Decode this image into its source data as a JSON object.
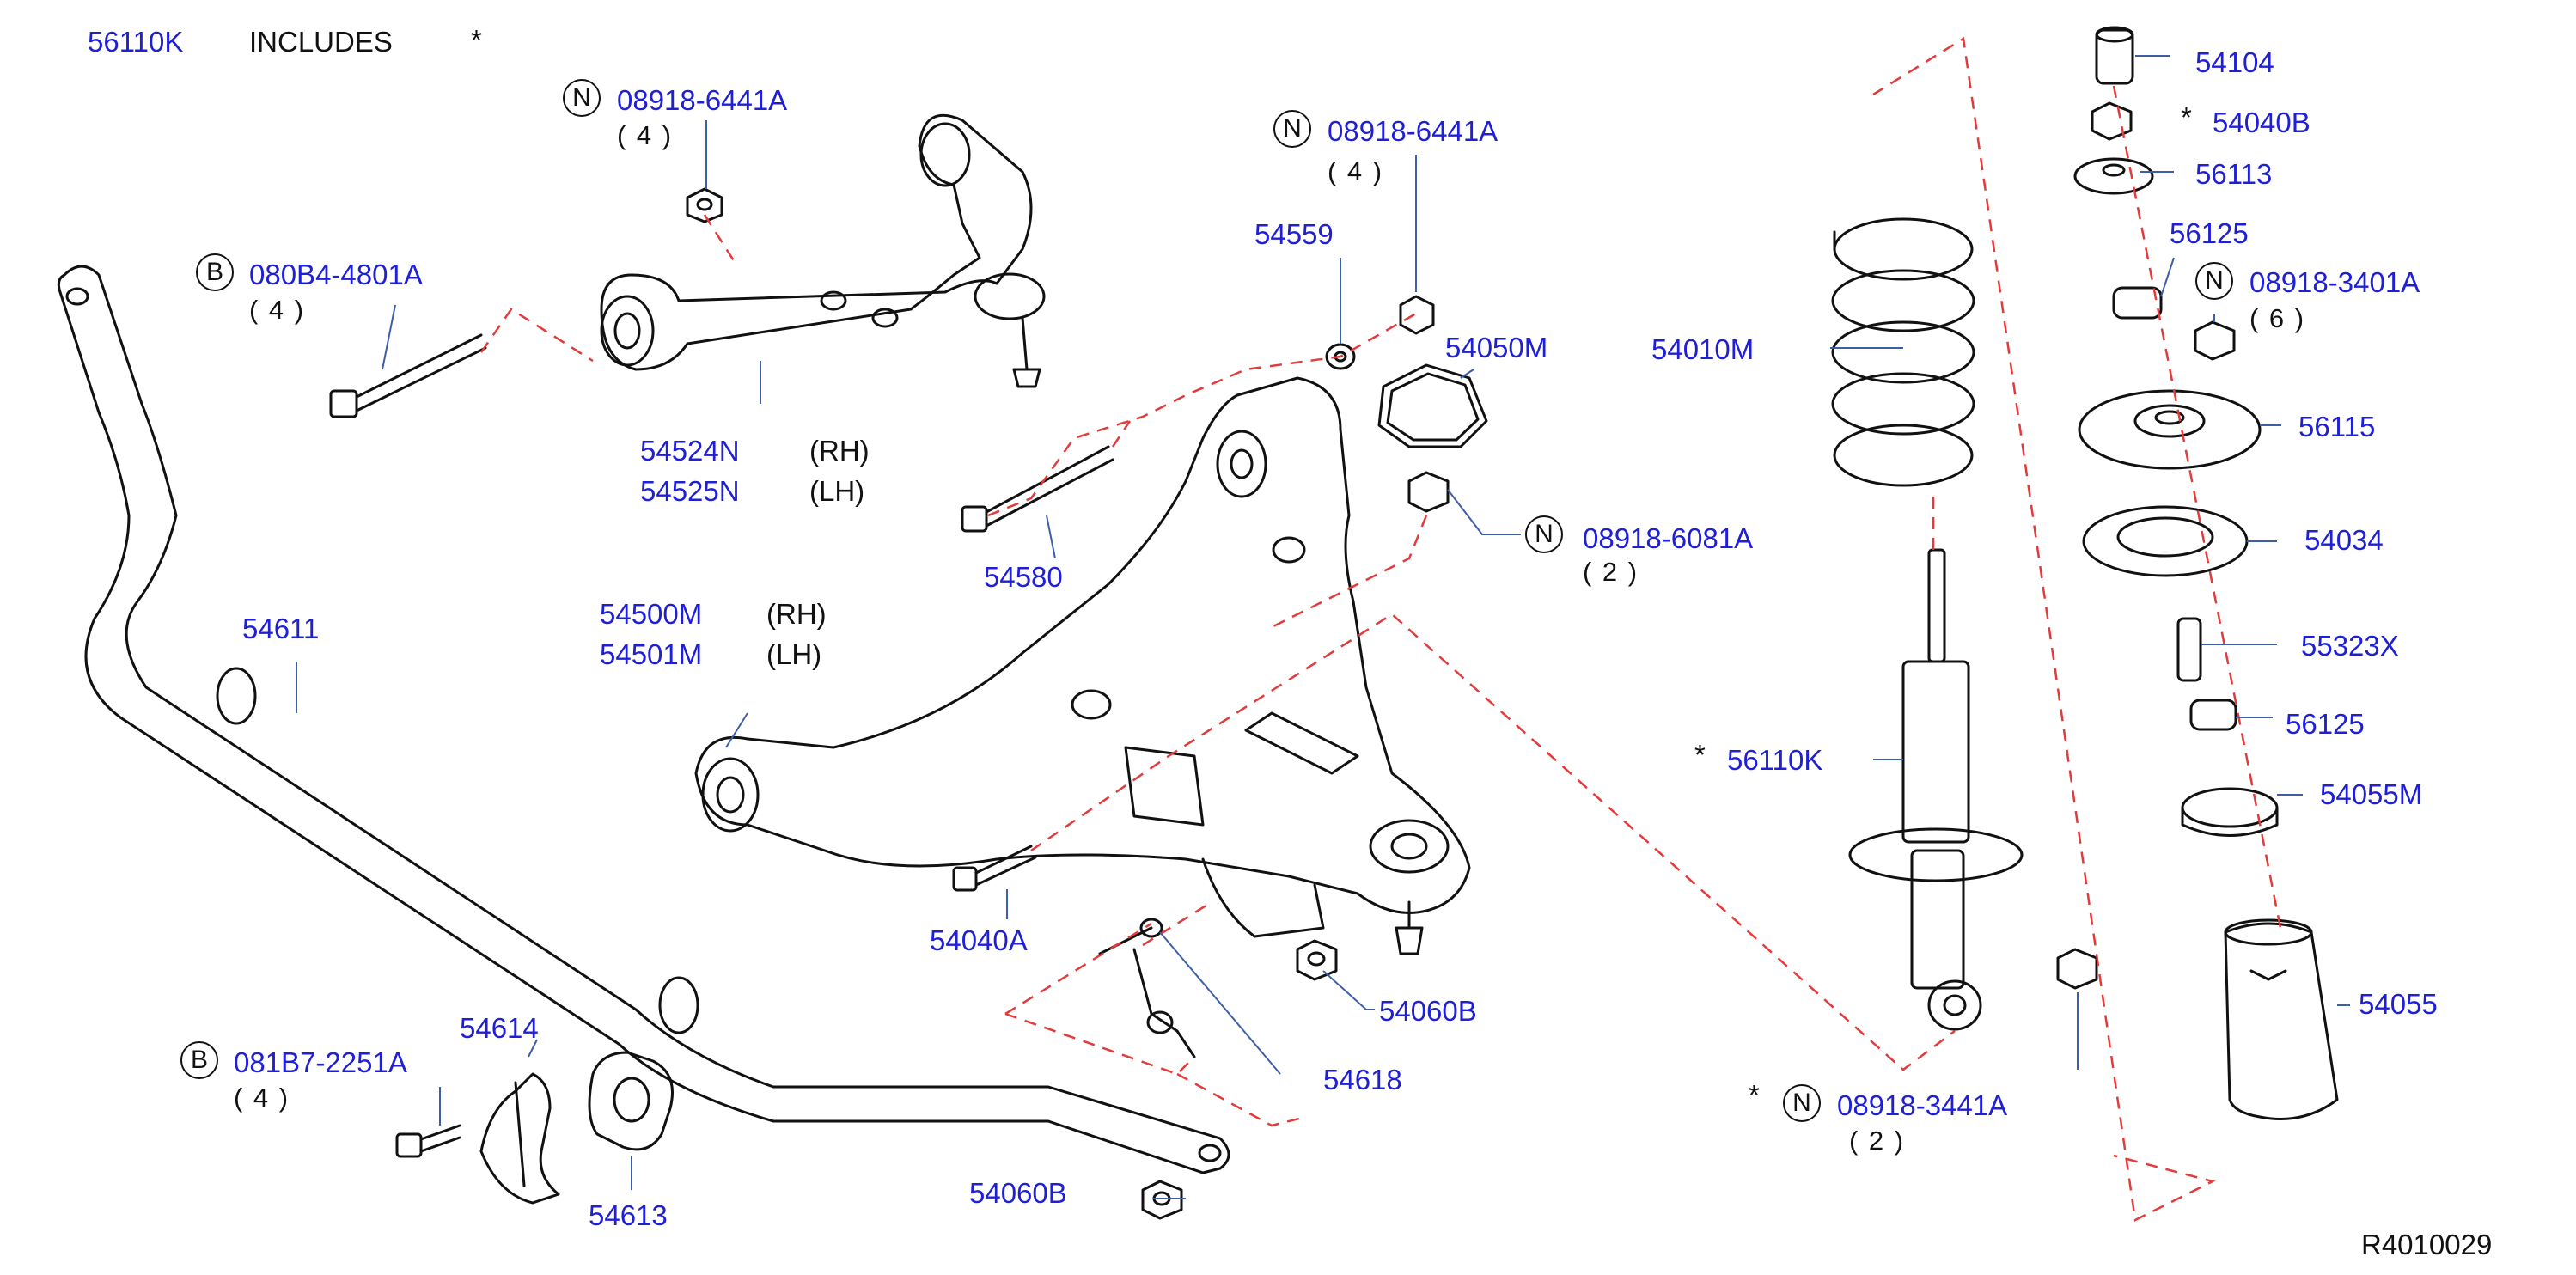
{
  "header": {
    "kit_part": "56110K",
    "includes_text": "INCLUDES",
    "asterisk": "*"
  },
  "footer": {
    "diagram_code": "R4010029"
  },
  "colors": {
    "part_number": "#1f1fd6",
    "leader": "#3d5fa8",
    "dashed": "#e23b3b",
    "line": "#111111"
  },
  "labels": {
    "ubolt_n": "08918-6441A",
    "ubolt_qty": "( 4 )",
    "ubolt_b": "080B4-4801A",
    "ubolt_b_qty": "( 4 )",
    "upper_rh": "54524N",
    "upper_rh_side": "(RH)",
    "upper_lh": "54525N",
    "upper_lh_side": "(LH)",
    "nut_n2": "08918-6441A",
    "nut_n2_qty": "( 4 )",
    "p54559": "54559",
    "p54050M": "54050M",
    "p54580": "54580",
    "nut_6081": "08918-6081A",
    "nut_6081_qty": "( 2 )",
    "lower_rh": "54500M",
    "lower_rh_side": "(RH)",
    "lower_lh": "54501M",
    "lower_lh_side": "(LH)",
    "p54611": "54611",
    "p54040A": "54040A",
    "p54060B_1": "54060B",
    "p54618": "54618",
    "bolt_2251": "081B7-2251A",
    "bolt_2251_qty": "( 4 )",
    "p54614": "54614",
    "p54613": "54613",
    "p54060B_2": "54060B",
    "p54010M": "54010M",
    "shock_kit": "56110K",
    "shock_star": "*",
    "nut_3441": "08918-3441A",
    "nut_3441_qty": "( 2 )",
    "nut_3441_star": "*",
    "p54104": "54104",
    "p54040B": "54040B",
    "p54040B_star": "*",
    "p56113": "56113",
    "p56125_a": "56125",
    "nut_3401": "08918-3401A",
    "nut_3401_qty": "( 6 )",
    "p56115": "56115",
    "p54034": "54034",
    "p55323X": "55323X",
    "p56125_b": "56125",
    "p54055M": "54055M",
    "p54055": "54055",
    "badge_n": "N",
    "badge_b": "B"
  }
}
